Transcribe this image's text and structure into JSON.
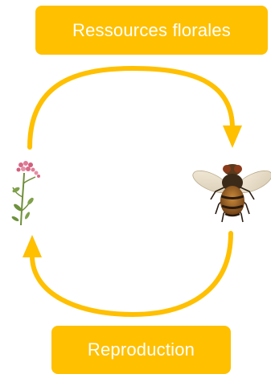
{
  "diagram": {
    "top_label": "Ressources florales",
    "bottom_label": "Reproduction",
    "accent_color": "#ffc000",
    "left_node": "flower-illustration",
    "right_node": "fly-illustration"
  }
}
